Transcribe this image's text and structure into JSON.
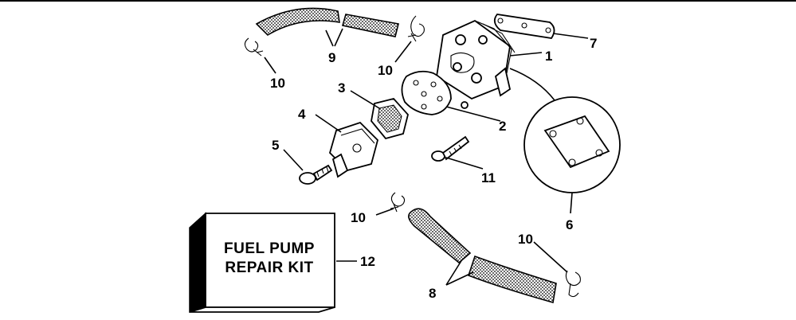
{
  "callouts": {
    "c1": "1",
    "c2": "2",
    "c3": "3",
    "c4": "4",
    "c5": "5",
    "c6": "6",
    "c7": "7",
    "c8": "8",
    "c9": "9",
    "c10a": "10",
    "c10b": "10",
    "c10c": "10",
    "c10d": "10",
    "c11": "11",
    "c12": "12"
  },
  "kit_box": {
    "line1": "FUEL PUMP",
    "line2": "REPAIR KIT"
  }
}
